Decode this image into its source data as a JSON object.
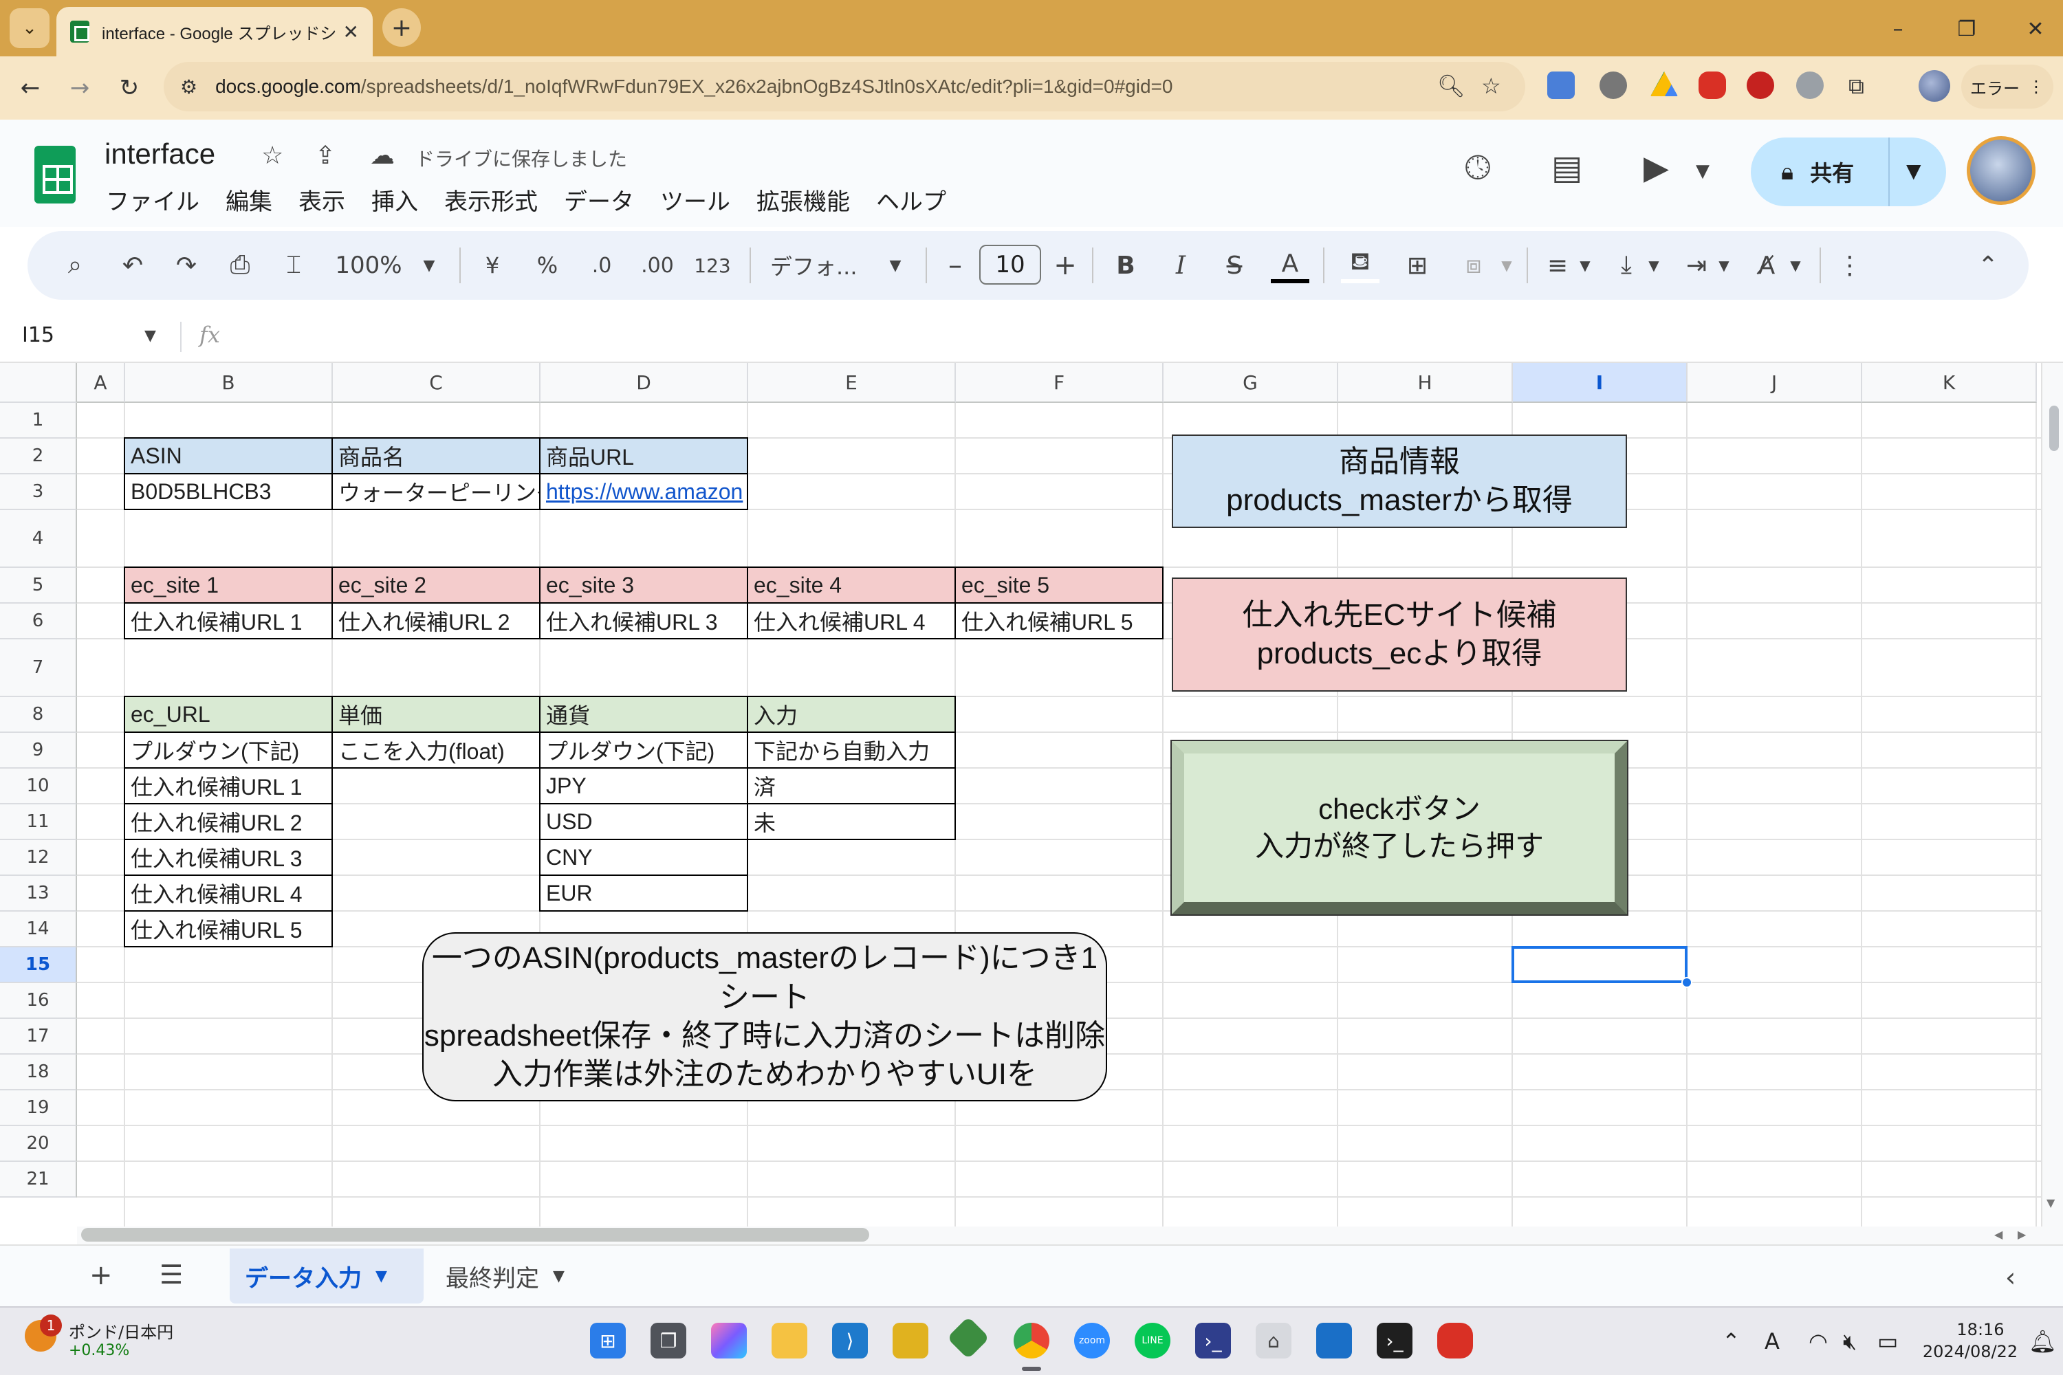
{
  "browser": {
    "tab_title": "interface - Google スプレッドシート",
    "url_host": "docs.google.com",
    "url_path": "/spreadsheets/d/1_noIqfWRwFdun79EX_x26x2ajbnOgBz4SJtln0sXAtc/edit?pli=1&gid=0#gid=0",
    "profile_label": "エラー"
  },
  "sheets": {
    "doc_title": "interface",
    "saved_status": "ドライブに保存しました",
    "menu": [
      "ファイル",
      "編集",
      "表示",
      "挿入",
      "表示形式",
      "データ",
      "ツール",
      "拡張機能",
      "ヘルプ"
    ],
    "share_label": "共有"
  },
  "toolbar": {
    "zoom": "100%",
    "currency": "¥",
    "percent": "%",
    "dec_decrease": ".0",
    "dec_increase": ".00",
    "number_format": "123",
    "font": "デフォ...",
    "font_size": "10"
  },
  "formula_bar": {
    "name_box": "I15",
    "fx": "fx"
  },
  "grid": {
    "columns": [
      "A",
      "B",
      "C",
      "D",
      "E",
      "F",
      "G",
      "H",
      "I",
      "J",
      "K"
    ],
    "rows": [
      "1",
      "2",
      "3",
      "4",
      "5",
      "6",
      "7",
      "8",
      "9",
      "10",
      "11",
      "12",
      "13",
      "14",
      "15",
      "16",
      "17",
      "18",
      "19",
      "20",
      "21"
    ],
    "selected_cell": "I15",
    "cells": {
      "B2": "ASIN",
      "C2": "商品名",
      "D2": "商品URL",
      "B3": "B0D5BLHCB3",
      "C3": "ウォーターピーリング",
      "D3": "https://www.amazon",
      "B5": "ec_site 1",
      "C5": "ec_site 2",
      "D5": "ec_site 3",
      "E5": "ec_site 4",
      "F5": "ec_site 5",
      "B6": "仕入れ候補URL 1",
      "C6": "仕入れ候補URL 2",
      "D6": "仕入れ候補URL 3",
      "E6": "仕入れ候補URL 4",
      "F6": "仕入れ候補URL 5",
      "B8": "ec_URL",
      "C8": "単価",
      "D8": "通貨",
      "E8": "入力",
      "B9": "プルダウン(下記)",
      "C9": "ここを入力(float)",
      "D9": "プルダウン(下記)",
      "E9": "下記から自動入力",
      "B10": "仕入れ候補URL 1",
      "D10": "JPY",
      "E10": "済",
      "B11": "仕入れ候補URL 2",
      "D11": "USD",
      "E11": "未",
      "B12": "仕入れ候補URL 3",
      "D12": "CNY",
      "B13": "仕入れ候補URL 4",
      "D13": "EUR",
      "B14": "仕入れ候補URL 5"
    }
  },
  "notes": {
    "products": [
      "商品情報",
      "products_masterから取得"
    ],
    "ec": [
      "仕入れ先ECサイト候補",
      "products_ecより取得"
    ],
    "check_button": [
      "checkボタン",
      "入力が終了したら押す"
    ],
    "ui": [
      "一つのASIN(products_masterのレコード)につき1シート",
      "spreadsheet保存・終了時に入力済のシートは削除",
      "入力作業は外注のためわかりやすいUIを"
    ]
  },
  "sheet_tabs": [
    "データ入力",
    "最終判定"
  ],
  "active_sheet": "データ入力",
  "taskbar": {
    "widget_badge": "1",
    "widget_title": "ポンド/日本円",
    "widget_value": "+0.43%",
    "ime": "A",
    "time": "18:16",
    "date": "2024/08/22"
  },
  "colors": {
    "header_blue": "#cfe2f3",
    "header_pink": "#f4cccc",
    "header_green": "#d9ead3",
    "accent": "#1a73e8"
  }
}
